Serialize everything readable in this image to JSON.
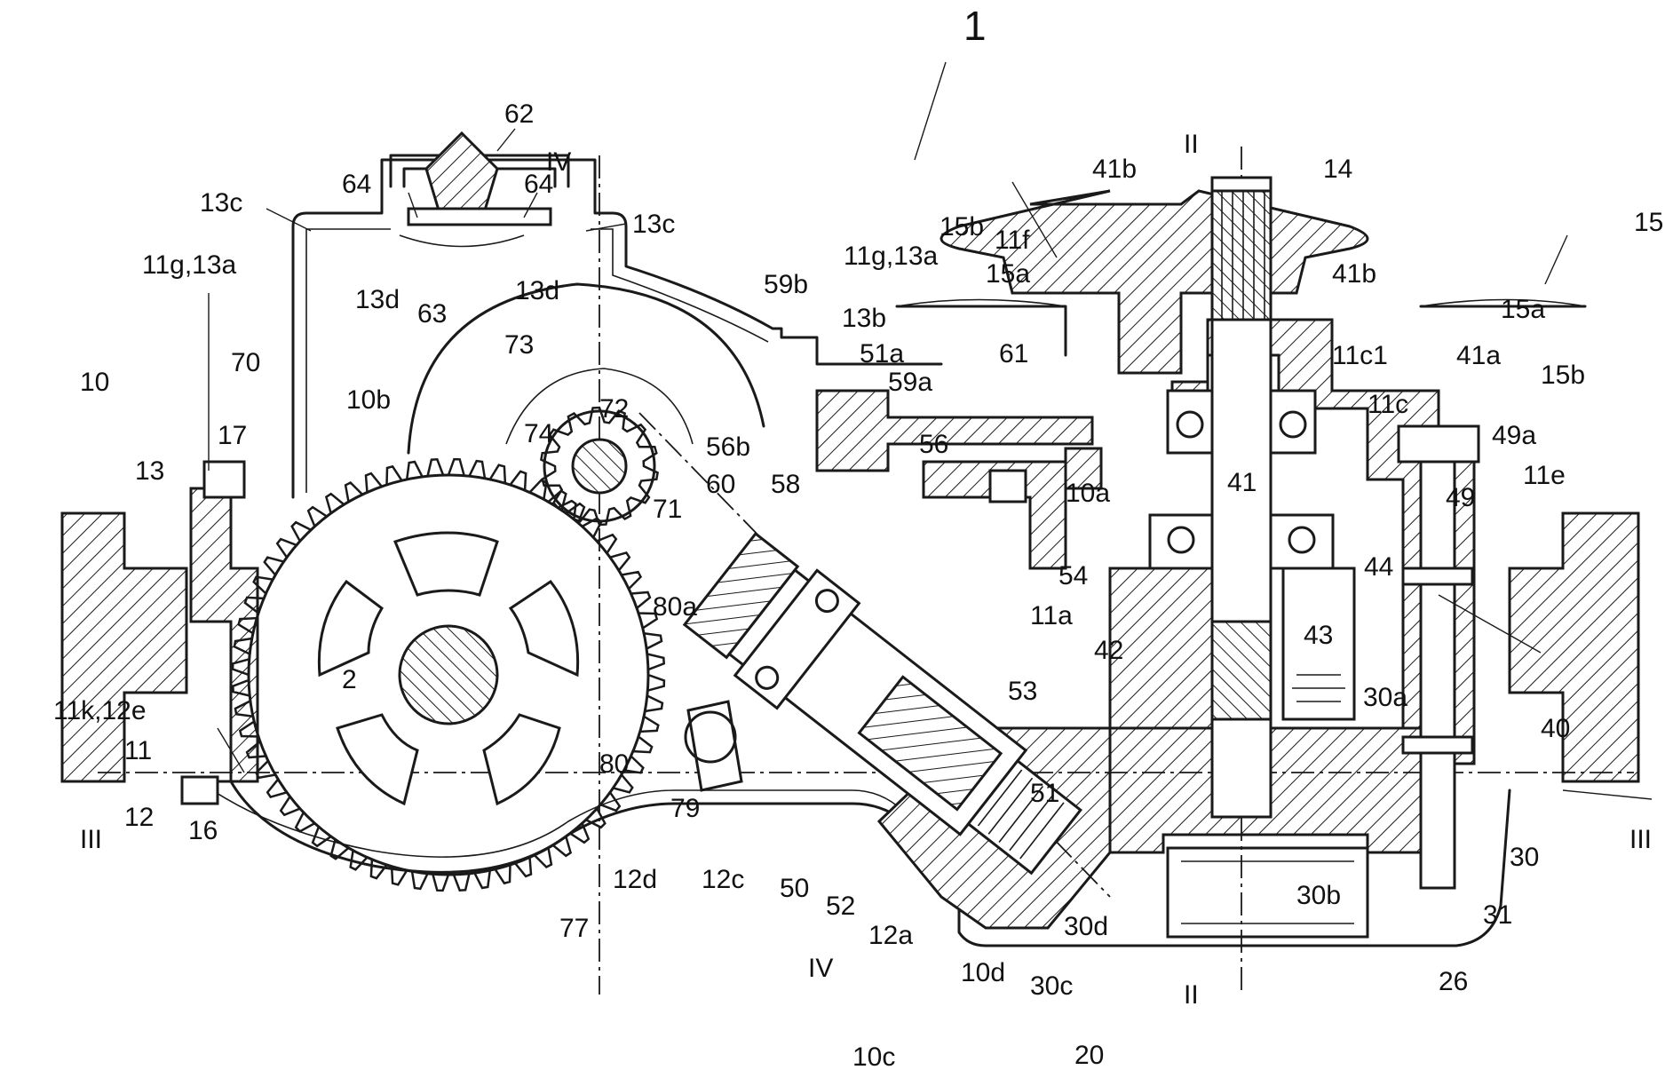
{
  "labels": {
    "l1": "1",
    "l62": "62",
    "iv_top": "IV",
    "iv_bottom": "IV",
    "ii_top": "II",
    "ii_bottom": "II",
    "iii_left": "III",
    "iii_right": "III",
    "l64a": "64",
    "l64b": "64",
    "l13c_a": "13c",
    "l13c_b": "13c",
    "l13d_a": "13d",
    "l13d_b": "13d",
    "l63": "63",
    "l11g13a_a": "11g,13a",
    "l11g13a_b": "11g,13a",
    "l10": "10",
    "l70": "70",
    "l73": "73",
    "l10b": "10b",
    "l72": "72",
    "l74": "74",
    "l17": "17",
    "l13": "13",
    "l71": "71",
    "l60": "60",
    "l58": "58",
    "l56b": "56b",
    "l59b": "59b",
    "l13b": "13b",
    "l51a": "51a",
    "l59a": "59a",
    "l61": "61",
    "l56": "56",
    "l15b_a": "15b",
    "l15b_b": "15b",
    "l15a_a": "15a",
    "l15a_b": "15a",
    "l11f": "11f",
    "l41b_a": "41b",
    "l41b_b": "41b",
    "l14": "14",
    "l15": "15",
    "l11c1": "11c1",
    "l41a": "41a",
    "l11c": "11c",
    "l49a": "49a",
    "l11e": "11e",
    "l49": "49",
    "l41": "41",
    "l10a": "10a",
    "l44": "44",
    "l54": "54",
    "l11a": "11a",
    "l42": "42",
    "l43": "43",
    "l53": "53",
    "l30a": "30a",
    "l40": "40",
    "l80a": "80a",
    "l2": "2",
    "l11k12e": "11k,12e",
    "l11": "11",
    "l12": "12",
    "l16": "16",
    "l80": "80",
    "l79": "79",
    "l51": "51",
    "l30": "30",
    "l30b": "30b",
    "l31": "31",
    "l12d": "12d",
    "l12c": "12c",
    "l50": "50",
    "l52": "52",
    "l12a": "12a",
    "l30d": "30d",
    "l77": "77",
    "l10d": "10d",
    "l30c": "30c",
    "l26": "26",
    "l10c": "10c",
    "l20": "20"
  }
}
